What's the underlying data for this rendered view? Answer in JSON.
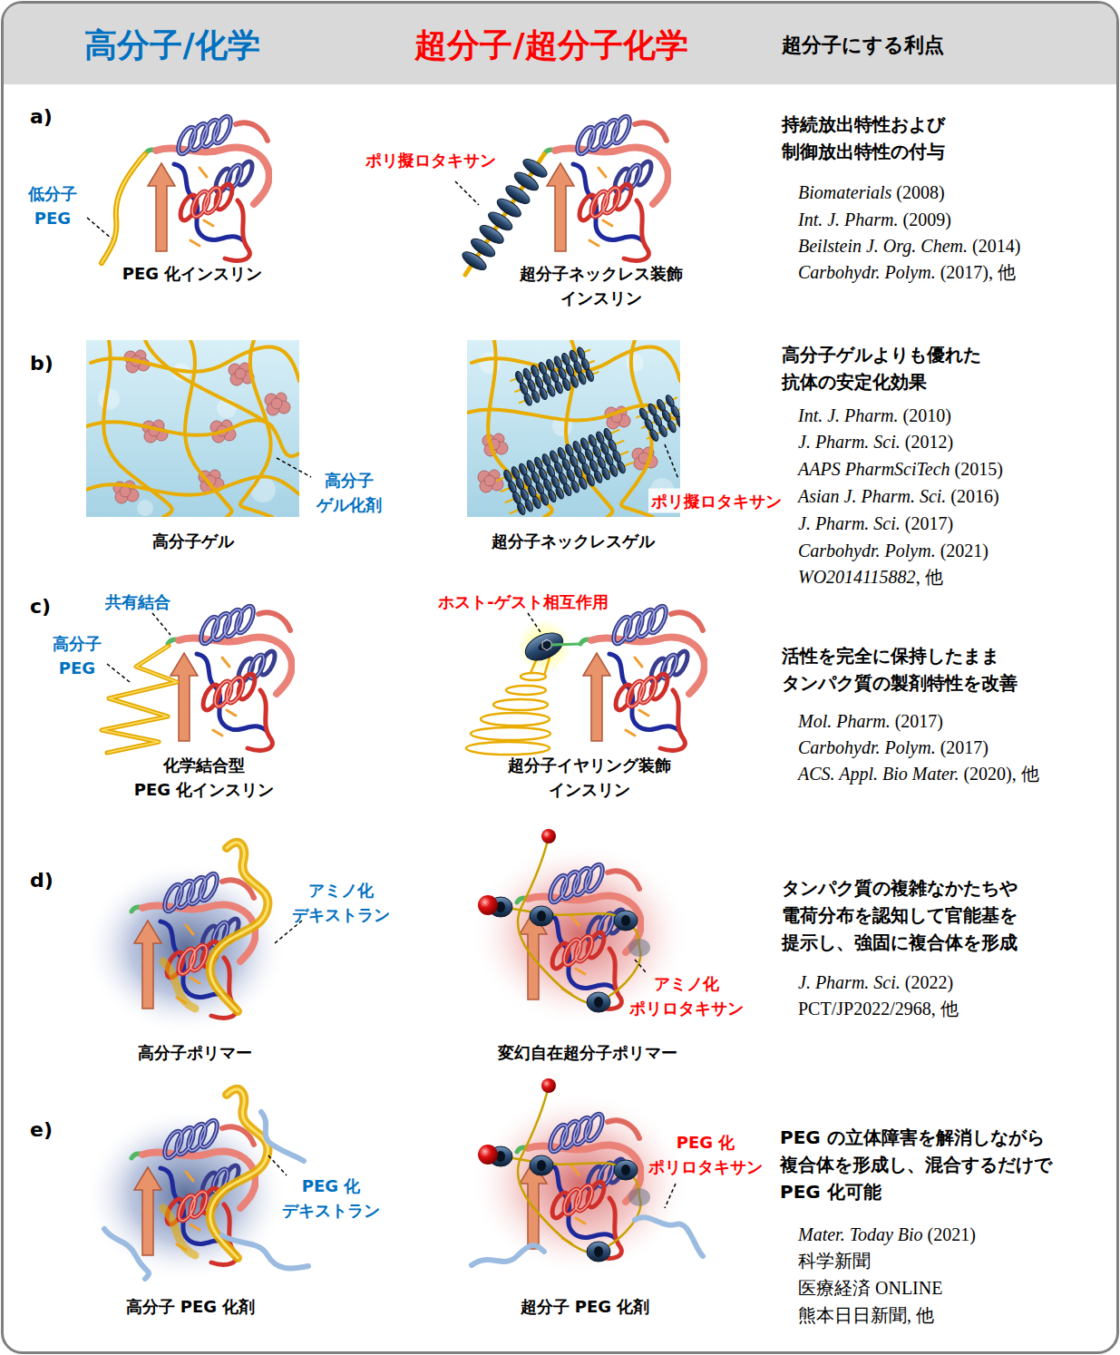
{
  "diagram": {
    "nodes": [
      {
        "text": [
          "高分子/化学",
          "超分子/超分子化学",
          "超分子にする利点"
        ]
      }
    ],
    "labels": [
      "a)",
      "低分子 PEG",
      "PEG 化インスリン",
      "ポリ擬ロタキサン",
      "超分子ネックレス装飾 インスリン",
      "持続放出特性および 制御放出特性の付与",
      "Biomaterials (2008)",
      "Int. J. Pharm. (2009)",
      "Beilstein J. Org. Chem. (2014)",
      "Carbohydr. Polym. (2017), 他",
      "b)",
      "高分子 ゲル化剤",
      "ポリ擬ロタキサン",
      "高分子ゲル",
      "超分子ネックレスゲル",
      "高分子ゲルよりも優れた 抗体の安定化効果",
      "Int. J. Pharm. (2010)",
      "J. Pharm. Sci. (2012)",
      "AAPS PharmSciTech (2015)",
      "Asian J. Pharm. Sci. (2016)",
      "J. Pharm. Sci. (2017)",
      "Carbohydr. Polym. (2021)",
      "WO2014115882, 他",
      "c)",
      "共有結合",
      "高分子 PEG",
      "化学結合型 PEG 化インスリン",
      "ホスト-ゲスト相互作用",
      "超分子イヤリング装飾 インスリン",
      "活性を完全に保持したまま タンパク質の製剤特性を改善",
      "Mol. Pharm. (2017)",
      "Carbohydr. Polym. (2017)",
      "ACS. Appl. Bio Mater. (2020), 他",
      "d)",
      "アミノ化 デキストラン",
      "高分子ポリマー",
      "アミノ化 ポリロタキサン",
      "変幻自在超分子ポリマー",
      "タンパク質の複雑なかたちや 電荷分布を認知して官能基を 提示し、強固に複合体を形成",
      "J. Pharm. Sci. (2022)",
      "PCT/JP2022/2968, 他",
      "e)",
      "PEG 化 デキストラン",
      "高分子 PEG 化剤",
      "PEG 化 ポリロタキサン",
      "超分子 PEG 化剤",
      "PEG の立体障害を解消しながら 複合体を形成し、混合するだけで PEG 化可能",
      "Mater. Today Bio (2021)",
      "科学新聞",
      "医療経済 ONLINE",
      "熊本日日新聞, 他"
    ]
  }
}
